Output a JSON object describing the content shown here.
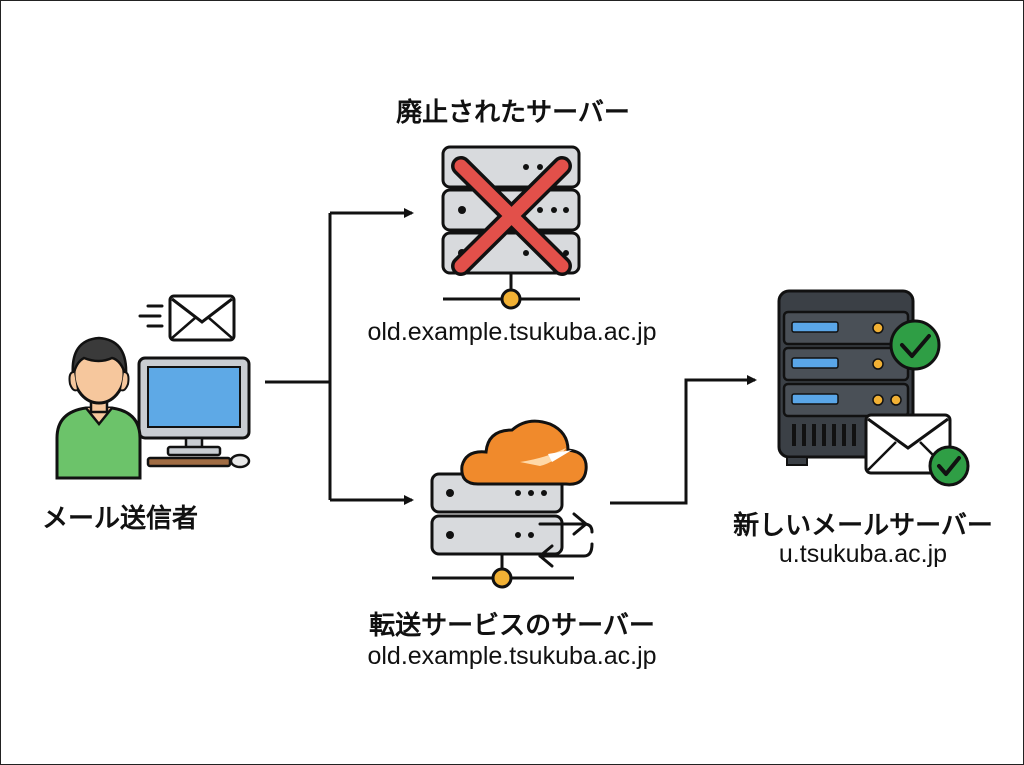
{
  "diagram": {
    "sender": {
      "label": "メール送信者"
    },
    "old_server": {
      "label": "廃止されたサーバー",
      "host": "old.example.tsukuba.ac.jp"
    },
    "forward_server": {
      "label": "転送サービスのサーバー",
      "host": "old.example.tsukuba.ac.jp"
    },
    "new_server": {
      "label": "新しいメールサーバー",
      "host": "u.tsukuba.ac.jp"
    }
  },
  "colors": {
    "line": "#111111",
    "server_fill": "#d8dadd",
    "server_dark": "#3b4046",
    "cross": "#e2504a",
    "cloud": "#f08a2c",
    "check": "#2f9e45",
    "led_orange": "#f2b134",
    "led_blue": "#5aa6e8",
    "monitor": "#5ea9e6",
    "shirt": "#6cc36a",
    "skin": "#f6c79d",
    "hair": "#3a3a3a"
  },
  "icons": [
    "user-icon",
    "computer-icon",
    "envelope-icon",
    "server-icon",
    "cross-icon",
    "cloud-icon",
    "swap-arrows-icon",
    "check-icon"
  ]
}
